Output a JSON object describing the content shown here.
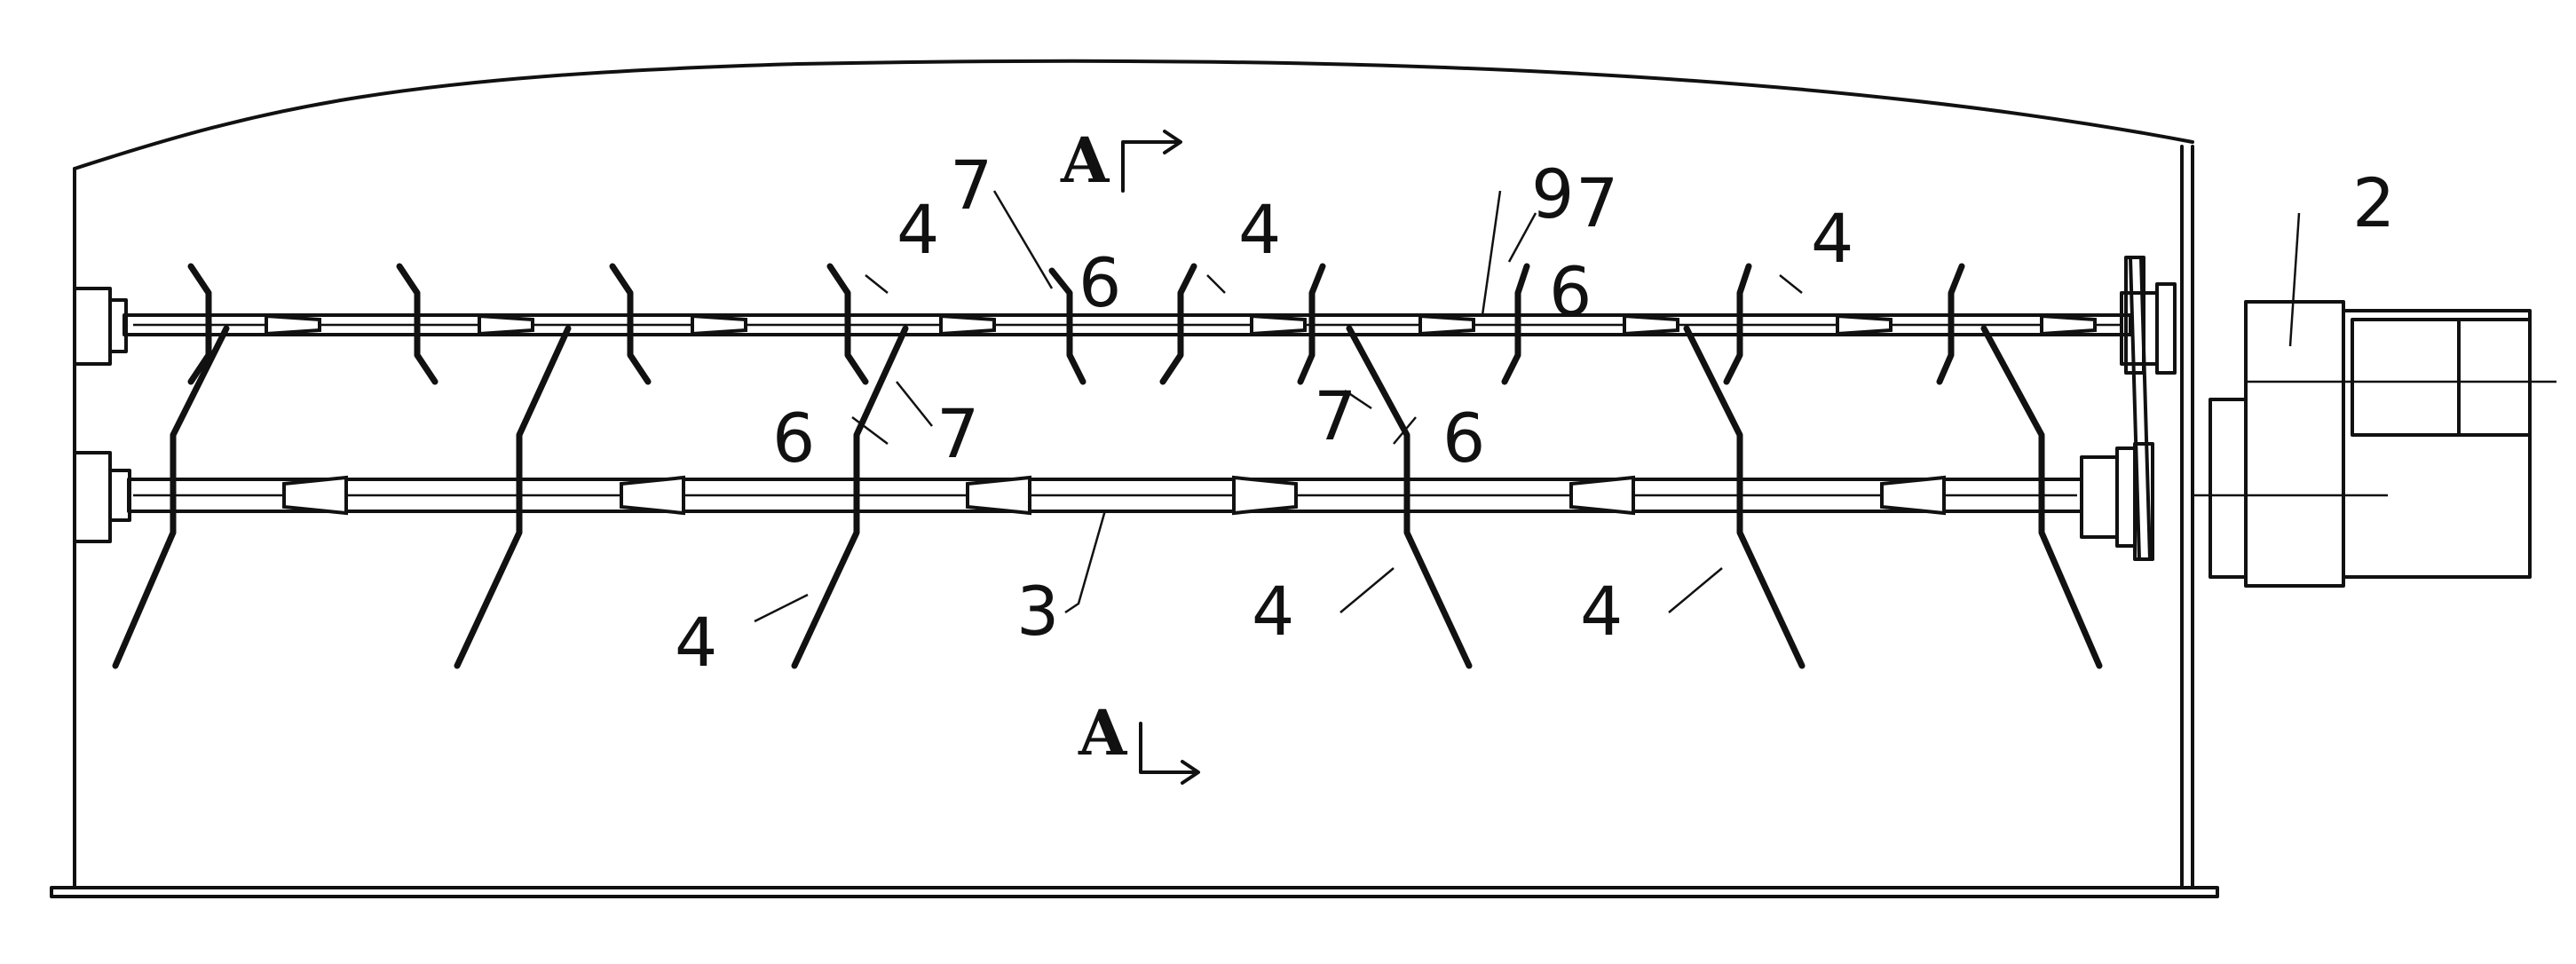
{
  "labels": {
    "section_top": "A",
    "section_bottom": "A",
    "n2": "2",
    "n3": "3",
    "n4": "4",
    "n6": "6",
    "n7": "7",
    "n9": "9"
  },
  "colors": {
    "line": "#111111",
    "background": "#ffffff"
  },
  "icons": [
    "section-arrow-icon"
  ]
}
